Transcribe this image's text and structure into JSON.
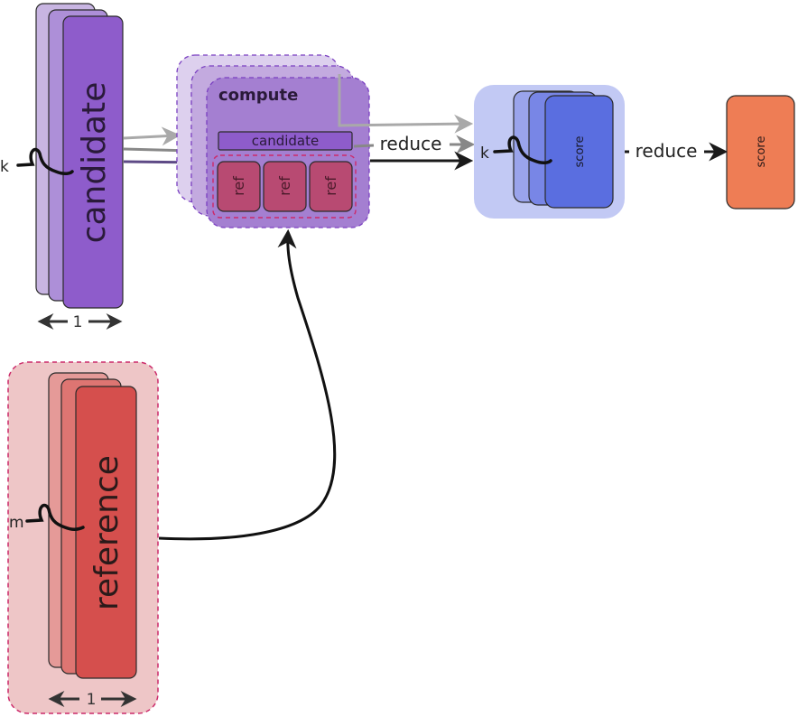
{
  "candidate": {
    "label": "candidate",
    "dim_label": "1",
    "brace_label": "k"
  },
  "reference": {
    "label": "reference",
    "dim_label": "1",
    "brace_label": "m"
  },
  "compute": {
    "title": "compute",
    "candidate_label": "candidate",
    "ref_labels": [
      "ref",
      "ref",
      "ref"
    ]
  },
  "reduce1": {
    "label": "reduce"
  },
  "scores": {
    "label": "score",
    "brace_label": "k"
  },
  "reduce2": {
    "label": "reduce"
  },
  "final": {
    "label": "score"
  }
}
